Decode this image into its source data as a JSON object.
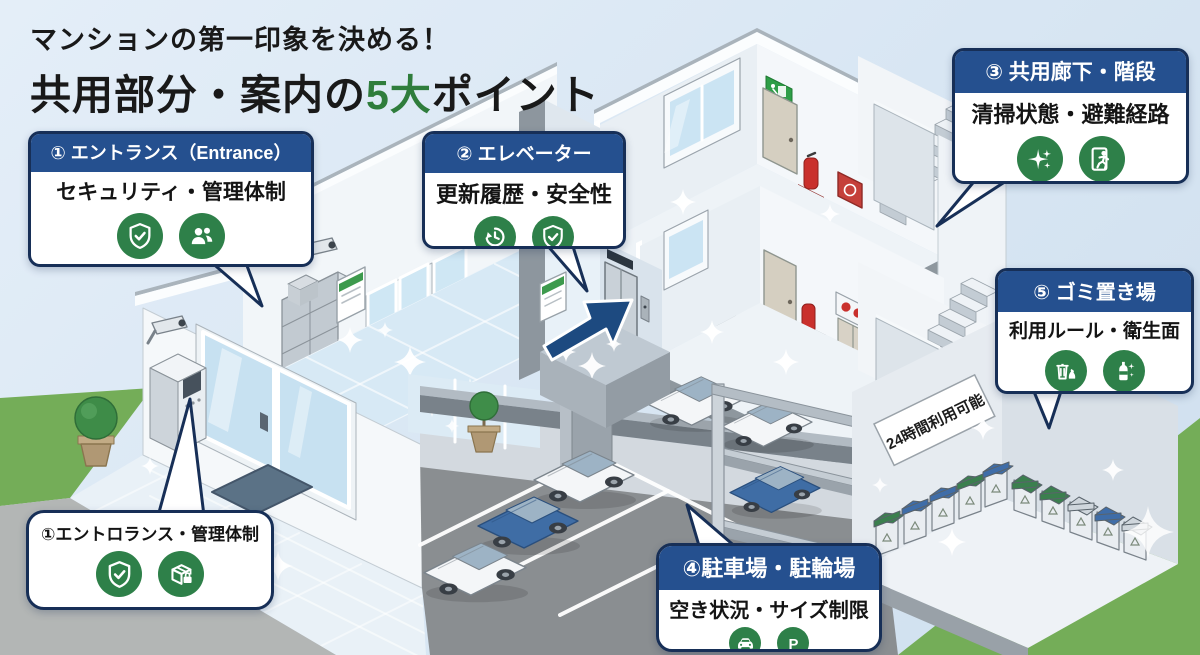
{
  "title": {
    "line1": "マンションの第一印象を決める！",
    "line2_prefix": "共用部分・案内の",
    "line2_highlight": "5大",
    "line2_suffix": "ポイント"
  },
  "callouts": {
    "entrance": {
      "header": "① エントランス（Entrance）",
      "body": "セキュリティ・管理体制",
      "icons": [
        "shield-check-icon",
        "staff-icon"
      ]
    },
    "elevator": {
      "header": "② エレベーター",
      "body": "更新履歴・安全性",
      "icons": [
        "history-clock-icon",
        "shield-check-icon"
      ]
    },
    "corridor": {
      "header": "③ 共用廊下・階段",
      "body": "清掃状態・避難経路",
      "icons": [
        "sparkle-icon",
        "emergency-exit-icon"
      ]
    },
    "parking": {
      "header": "④駐車場・駐輪場",
      "body": "空き状況・サイズ制限",
      "icons": [
        "car-icon",
        "parking-p-icon"
      ]
    },
    "garbage": {
      "header": "⑤ ゴミ置き場",
      "body": "利用ルール・衛生面",
      "icons": [
        "trash-bin-icon",
        "bottle-clean-icon"
      ]
    },
    "entrance_note": {
      "body": "①エントロランス・管理体制",
      "icons": [
        "shield-check-icon",
        "parcel-box-icon"
      ]
    }
  },
  "scene": {
    "garbage_sign": "24時間利用可能"
  },
  "colors": {
    "accent_navy": "#172f57",
    "header_blue": "#25508f",
    "icon_green": "#2e8049",
    "highlight_green": "#2f7d3c",
    "arrow_blue": "#1d4a80",
    "grass_green": "#74ad58"
  }
}
